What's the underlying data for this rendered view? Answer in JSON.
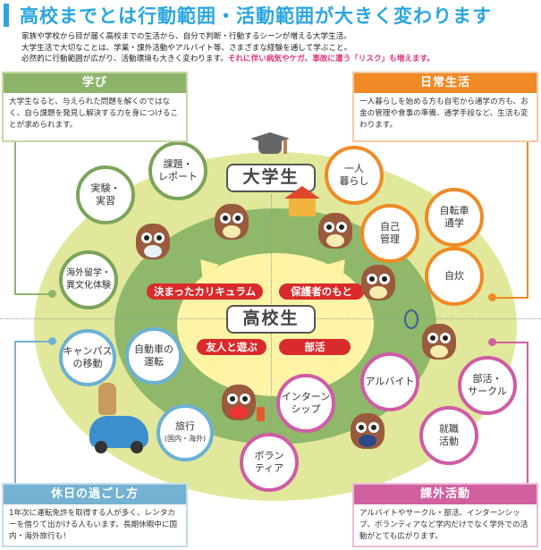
{
  "header": {
    "title": "高校までとは行動範囲・活動範囲が大きく変わります",
    "intro_line1": "家族や学校から目が届く高校までの生活から、自分で判断・行動するシーンが増える大学生活。",
    "intro_line2": "大学生活で大切なことは、学業・課外活動やアルバイト等、さまざまな経験を通して学ぶこと。",
    "intro_line3_plain": "必然的に行動範囲が広がり、活動環境も大きく変わります。",
    "intro_line3_highlight": "それに伴い病気やケガ、事故に遭う「リスク」も増えます。"
  },
  "colors": {
    "title": "#2aa6e0",
    "highlight": "#e2337c",
    "green": "#8db56a",
    "orange": "#f08a25",
    "blue": "#74b2d2",
    "pink": "#d1609f",
    "pill_red": "#d92b2b",
    "outer_ring": "#e1e89c",
    "mid_ring": "#8fb86a",
    "inner_ring": "#fdf4a6"
  },
  "diagram": {
    "university_label": "大学生",
    "highschool_label": "高校生",
    "pills": [
      {
        "label": "決まったカリキュラム"
      },
      {
        "label": "保護者のもと"
      },
      {
        "label": "友人と遊ぶ"
      },
      {
        "label": "部活"
      }
    ],
    "bubbles_study": [
      {
        "label": "実験・\n実習"
      },
      {
        "label": "課題・\nレポート"
      },
      {
        "label": "海外留学・\n異文化体験"
      }
    ],
    "bubbles_daily": [
      {
        "label": "一人\n暮らし"
      },
      {
        "label": "自転車\n通学"
      },
      {
        "label": "自己\n管理"
      },
      {
        "label": "自炊"
      }
    ],
    "bubbles_holiday": [
      {
        "label": "キャンパス\nの移動"
      },
      {
        "label": "自動車の\n運転"
      },
      {
        "label": "旅行",
        "sub": "(国内・海外)"
      }
    ],
    "bubbles_extracurricular": [
      {
        "label": "インターン\nシップ"
      },
      {
        "label": "アルバイト"
      },
      {
        "label": "部活・\nサークル"
      },
      {
        "label": "就職\n活動"
      },
      {
        "label": "ボラン\nティア"
      }
    ]
  },
  "boxes": {
    "study": {
      "title": "学び",
      "body": "大学生なると、与えられた問題を解くのではなく、自ら課題を発見し解決する力を身につけることが求められます。"
    },
    "daily": {
      "title": "日常生活",
      "body": "一人暮らしを始める方も自宅から通学の方も、お金の管理や食事の準備、通学手段など、生活も変わります。"
    },
    "holiday": {
      "title": "休日の過ごし方",
      "body": "1年次に運転免許を取得する人が多く、レンタカーを借りて出かける人もいます。長期休暇中に国内・海外旅行も！"
    },
    "extracurricular": {
      "title": "課外活動",
      "body": "アルバイトやサークル・部活、インターンシップ、ボランティアなど学内だけでなく学外での活動がとても広がります。"
    }
  }
}
